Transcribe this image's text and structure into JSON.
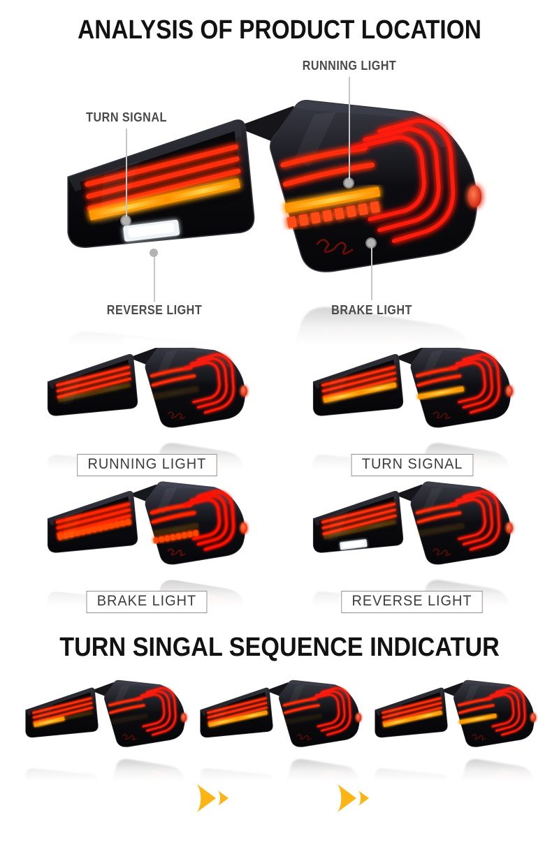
{
  "header": {
    "title": "ANALYSIS OF PRODUCT LOCATION"
  },
  "hero": {
    "lamp_state": "all",
    "callouts": [
      {
        "label": "RUNNING LIGHT"
      },
      {
        "label": "TURN SIGNAL"
      },
      {
        "label": "REVERSE LIGHT"
      },
      {
        "label": "BRAKE LIGHT"
      }
    ]
  },
  "grid": {
    "items": [
      {
        "label": "RUNNING LIGHT",
        "state": "running"
      },
      {
        "label": "TURN SIGNAL",
        "state": "turn"
      },
      {
        "label": "BRAKE LIGHT",
        "state": "brake"
      },
      {
        "label": "REVERSE LIGHT",
        "state": "reverse"
      }
    ]
  },
  "sequence": {
    "title": "TURN SINGAL SEQUENCE INDICATUR",
    "steps": [
      {
        "state": "seq1"
      },
      {
        "state": "seq2"
      },
      {
        "state": "seq3"
      }
    ]
  },
  "colors": {
    "led-red": "#ff2e08",
    "led-amber": "#ffb400",
    "reverse-white": "#eef3f8",
    "arrow-yellow": "#fdb515",
    "label-gray": "#4a4a4a",
    "title-black": "#121212",
    "box-border": "#8f8f8f"
  }
}
